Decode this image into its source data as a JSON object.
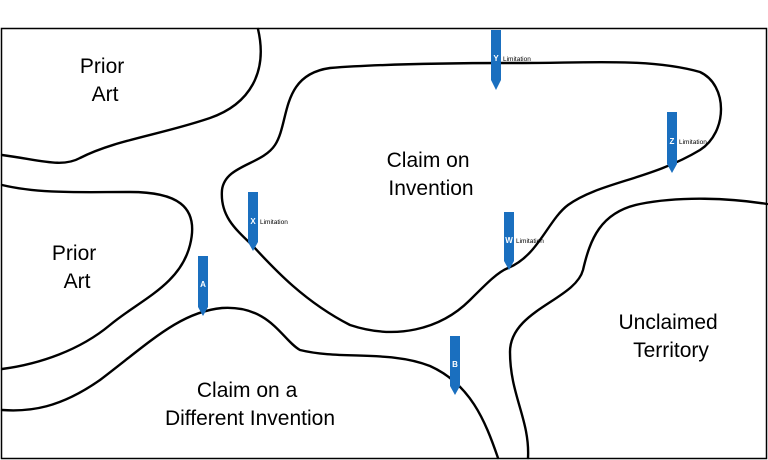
{
  "regions": {
    "prior_art_top": [
      "Prior",
      "Art"
    ],
    "prior_art_left": [
      "Prior",
      "Art"
    ],
    "claim_invention": [
      "Claim on",
      "Invention"
    ],
    "unclaimed": [
      "Unclaimed",
      "Territory"
    ],
    "different_invention": [
      "Claim on a",
      "Different Invention"
    ]
  },
  "markers": {
    "y": {
      "letter": "Y",
      "tag": "Limitation"
    },
    "z": {
      "letter": "Z",
      "tag": "Limitation"
    },
    "x": {
      "letter": "X",
      "tag": "Limitation"
    },
    "w": {
      "letter": "W",
      "tag": "Limitation"
    },
    "a": {
      "letter": "A",
      "tag": ""
    },
    "b": {
      "letter": "B",
      "tag": ""
    }
  },
  "colors": {
    "marker_fill": "#1a6fbf",
    "line": "#000000",
    "background": "#ffffff"
  }
}
